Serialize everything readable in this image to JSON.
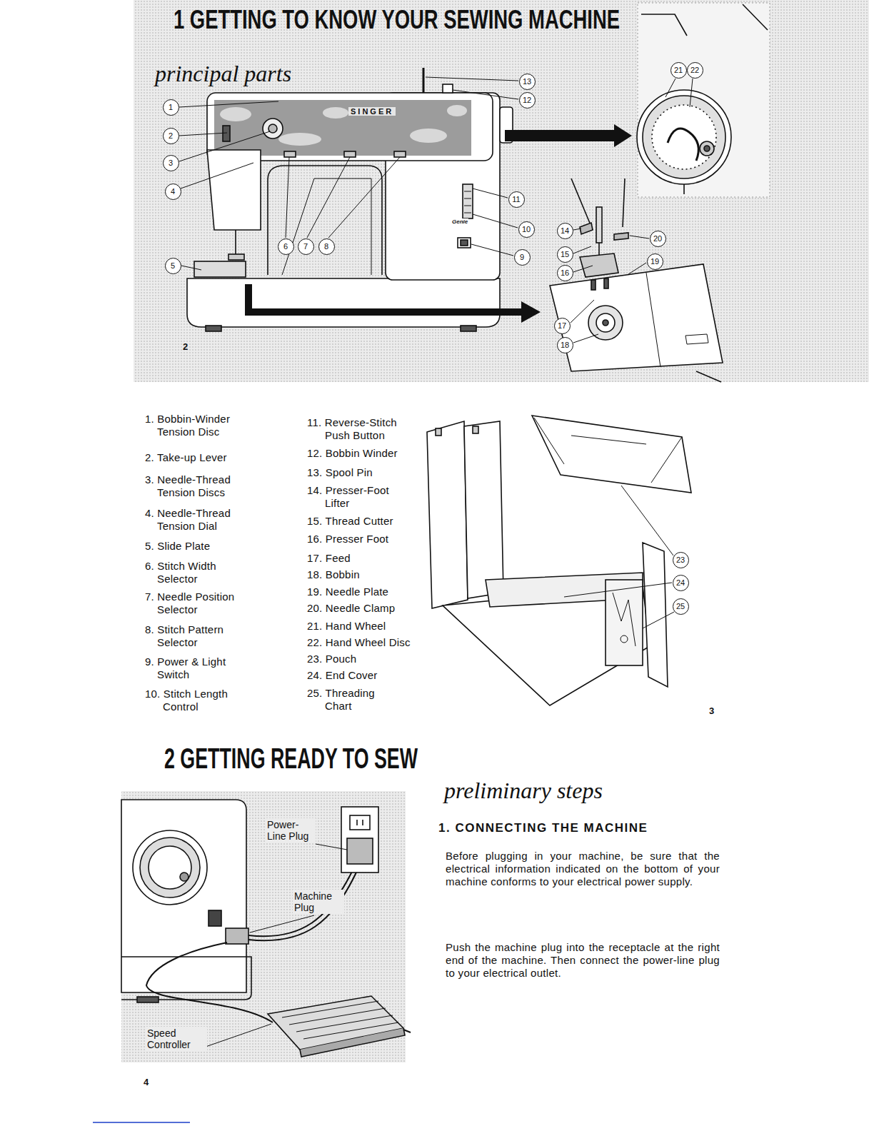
{
  "diagram": {
    "title": "1 GETTING TO KNOW YOUR SEWING MACHINE",
    "nodes": [
      {
        "text": [
          "1"
        ]
      },
      {
        "text": [
          "2"
        ]
      },
      {
        "text": [
          "3"
        ]
      },
      {
        "text": [
          "4"
        ]
      },
      {
        "text": [
          "5"
        ]
      },
      {
        "text": [
          "6"
        ]
      },
      {
        "text": [
          "7"
        ]
      },
      {
        "text": [
          "8"
        ]
      },
      {
        "text": [
          "9"
        ]
      },
      {
        "text": [
          "10"
        ]
      },
      {
        "text": [
          "11"
        ]
      },
      {
        "text": [
          "12"
        ]
      },
      {
        "text": [
          "13"
        ]
      },
      {
        "text": [
          "14"
        ]
      },
      {
        "text": [
          "15"
        ]
      },
      {
        "text": [
          "16"
        ]
      },
      {
        "text": [
          "17"
        ]
      },
      {
        "text": [
          "18"
        ]
      },
      {
        "text": [
          "19"
        ]
      },
      {
        "text": [
          "20"
        ]
      },
      {
        "text": [
          "21"
        ]
      },
      {
        "text": [
          "22"
        ]
      },
      {
        "text": [
          "23"
        ]
      },
      {
        "text": [
          "24"
        ]
      },
      {
        "text": [
          "25"
        ]
      }
    ],
    "labels": [
      "principal parts",
      "2",
      "1. Bobbin-Winder Tension Disc",
      "2. Take-up Lever",
      "3. Needle-Thread Tension Discs",
      "4. Needle-Thread Tension Dial",
      "5. Slide Plate",
      "6. Stitch Width Selector",
      "7. Needle Position Selector",
      "8. Stitch Pattern Selector",
      "9. Power & Light Switch",
      "10. Stitch Length Control",
      "11. Reverse-Stitch Push Button",
      "12. Bobbin Winder",
      "13. Spool Pin",
      "14. Presser-Foot Lifter",
      "15. Thread Cutter",
      "16. Presser Foot",
      "17. Feed",
      "18. Bobbin",
      "19. Needle Plate",
      "20. Needle Clamp",
      "21. Hand Wheel",
      "22. Hand Wheel Disc",
      "23. Pouch",
      "24. End Cover",
      "25. Threading Chart",
      "3",
      "2 GETTING READY TO SEW",
      "preliminary steps",
      "1. CONNECTING THE MACHINE",
      "Before plugging in your machine, be sure that the electrical information indicated on the bottom of your machine conforms to your electrical power supply.",
      "Push the machine plug into the receptacle at the right end of the machine. Then connect the power-line plug to your electrical outlet.",
      "Power-Line Plug",
      "Machine Plug",
      "Speed Controller",
      "4",
      "SINGER",
      "Genie"
    ]
  }
}
